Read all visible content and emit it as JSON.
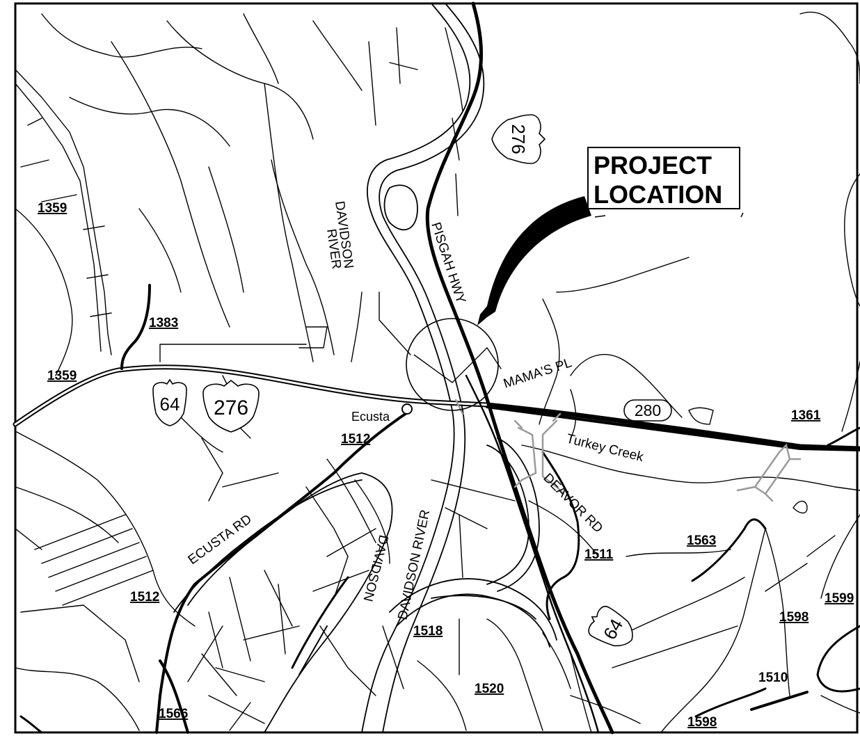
{
  "callout": {
    "line1": "PROJECT",
    "line2": "LOCATION"
  },
  "shields": [
    {
      "id": "276-top",
      "text": "276"
    },
    {
      "id": "64-left",
      "text": "64"
    },
    {
      "id": "276-left",
      "text": "276"
    },
    {
      "id": "280",
      "text": "280"
    },
    {
      "id": "64-bottom",
      "text": "64"
    }
  ],
  "roads": {
    "pisgah_hwy": "PISGAH HWY",
    "mamas_pl": "MAMA'S PL",
    "turkey_creek": "Turkey Creek",
    "deavor_rd": "DEAVOR RD",
    "ecusta_rd": "ECUSTA RD"
  },
  "water": {
    "davidson_river_top_1": "DAVIDSON",
    "davidson_river_top_2": "RIVER",
    "davidson_river_mid": "DAVIDSON RIVER",
    "davidson_lower": "DAVIDSON"
  },
  "places": {
    "ecusta": "Ecusta"
  },
  "route_numbers": {
    "r1359a": "1359",
    "r1359b": "1359",
    "r1383": "1383",
    "r1512a": "1512",
    "r1512b": "1512",
    "r1361": "1361",
    "r1563": "1563",
    "r1511": "1511",
    "r1599": "1599",
    "r1598a": "1598",
    "r1598b": "1598",
    "r1518": "1518",
    "r1520": "1520",
    "r1510": "1510",
    "r1566": "1566"
  },
  "colors": {
    "ink": "#000000",
    "bridge": "#9a9a9a",
    "background": "#ffffff"
  }
}
